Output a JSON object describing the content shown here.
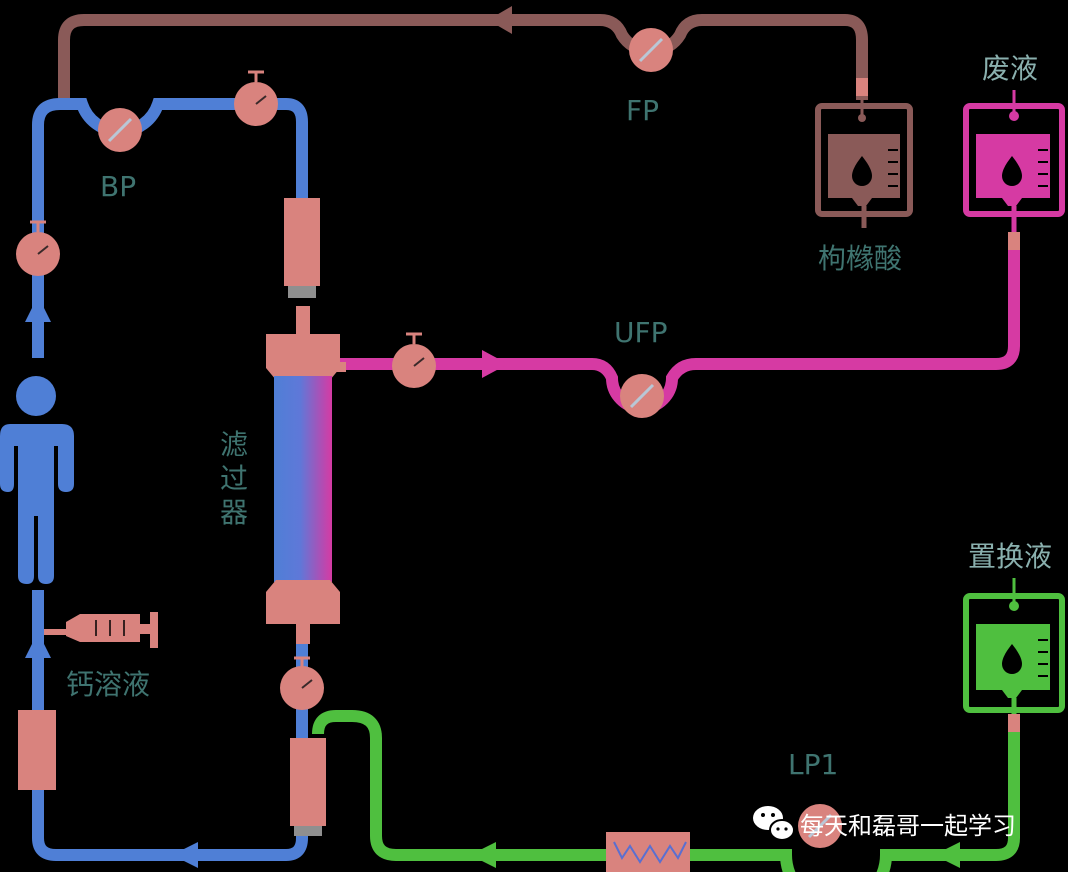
{
  "labels": {
    "bp": "BP",
    "fp": "FP",
    "ufp": "UFP",
    "lp1": "LP1",
    "citrate": "枸橼酸",
    "waste": "废液",
    "replacement": "置换液",
    "calcium": "钙溶液",
    "filter_chars": [
      "滤",
      "过",
      "器"
    ]
  },
  "watermark": {
    "text": "每天和磊哥一起学习"
  },
  "colors": {
    "blood": "#4f7fd6",
    "citrate_line": "#8a5a58",
    "waste_line": "#d63aa3",
    "replacement_line": "#4fbf3f",
    "component": "#d9837e",
    "label": "#3f7470"
  },
  "icons": [
    "patient-icon",
    "syringe-icon",
    "fluid-bag-icon",
    "pressure-gauge-icon",
    "roller-pump-icon",
    "heater-icon"
  ]
}
